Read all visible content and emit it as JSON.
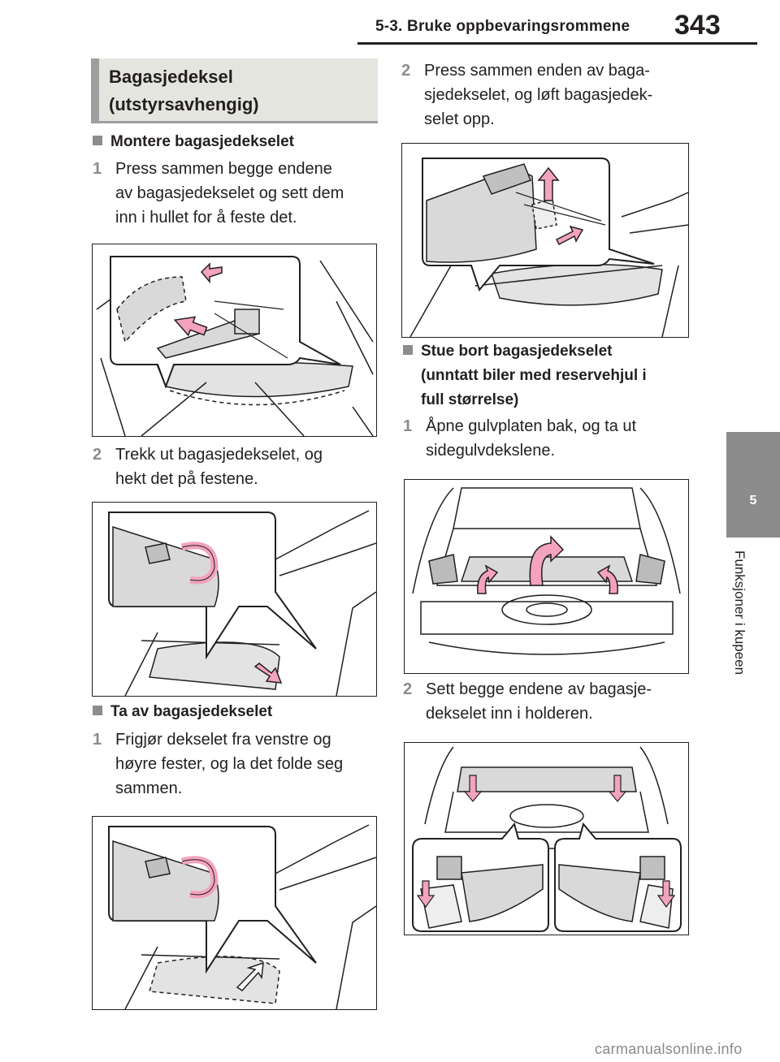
{
  "header": {
    "section": "5-3. Bruke oppbevaringsrommene",
    "page_number": "343"
  },
  "side_tab": {
    "number": "5",
    "label": "Funksjoner i kupeen"
  },
  "title_box": {
    "line1": "Bagasjedeksel",
    "line2": "(utstyrsavhengig)"
  },
  "left": {
    "sub1": "Montere bagasjedekselet",
    "step1_num": "1",
    "step1_lines": [
      "Press sammen begge endene",
      "av bagasjedekselet og sett dem",
      "inn i hullet for å feste det."
    ],
    "step2_num": "2",
    "step2_lines": [
      "Trekk ut bagasjedekselet, og",
      "hekt det på festene."
    ],
    "sub2": "Ta av bagasjedekselet",
    "step3_num": "1",
    "step3_lines": [
      "Frigjør dekselet fra venstre og",
      "høyre fester, og la det folde seg",
      "sammen."
    ]
  },
  "right": {
    "step1_num": "2",
    "step1_lines": [
      "Press sammen enden av baga-",
      "sjedekselet, og løft bagasjedek-",
      "selet opp."
    ],
    "sub1_lines": [
      "Stue bort bagasjedekselet",
      "(unntatt biler med reservehjul i",
      "full størrelse)"
    ],
    "step2_num": "1",
    "step2_lines": [
      "Åpne gulvplaten bak, og ta ut",
      "sidegulvdekslene."
    ],
    "step3_num": "2",
    "step3_lines": [
      "Sett begge endene av bagasje-",
      "dekselet inn i holderen."
    ]
  },
  "watermark": "carmanualsonline.info",
  "colors": {
    "text": "#231f20",
    "accent_gray": "#8c8c8c",
    "title_bg": "#e5e5e0",
    "arrow_pink": "#f3a3bd",
    "fill_gray": "#d9d9d9"
  }
}
